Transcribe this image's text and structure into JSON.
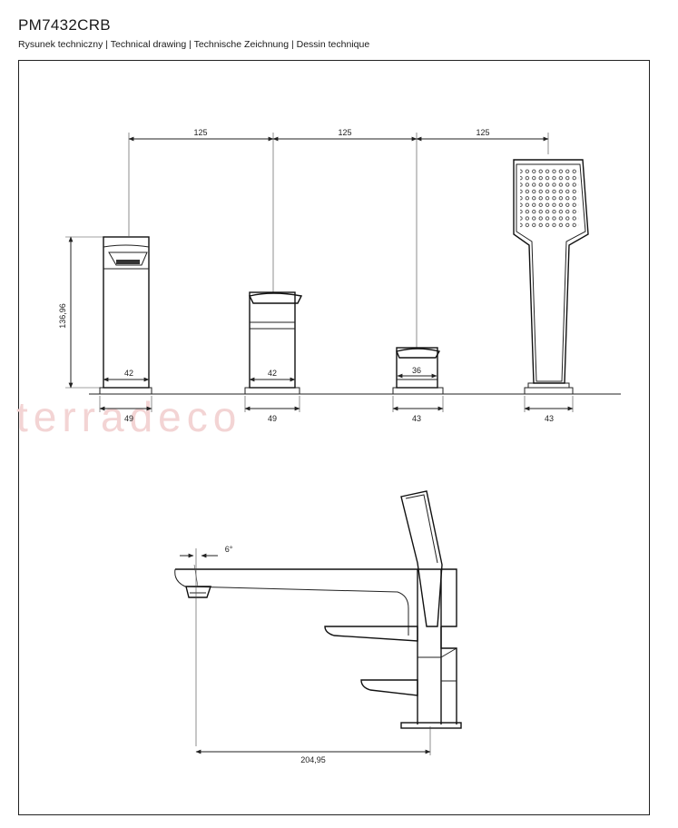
{
  "header": {
    "title": "PM7432CRB",
    "subtitle": "Rysunek techniczny | Technical drawing | Technische Zeichnung | Dessin technique"
  },
  "watermark": "terradeco",
  "dimensions": {
    "spacing_1": "125",
    "spacing_2": "125",
    "spacing_3": "125",
    "height": "136,96",
    "spout_body_width": "42",
    "spout_base_width": "49",
    "mixer_body_width": "42",
    "mixer_base_width": "49",
    "diverter_body_width": "36",
    "diverter_base_width": "43",
    "shower_base_width": "43",
    "angle": "6°",
    "reach": "204,95"
  },
  "colors": {
    "line": "#222222",
    "watermark": "#f3d4d4",
    "frame": "#222222"
  }
}
